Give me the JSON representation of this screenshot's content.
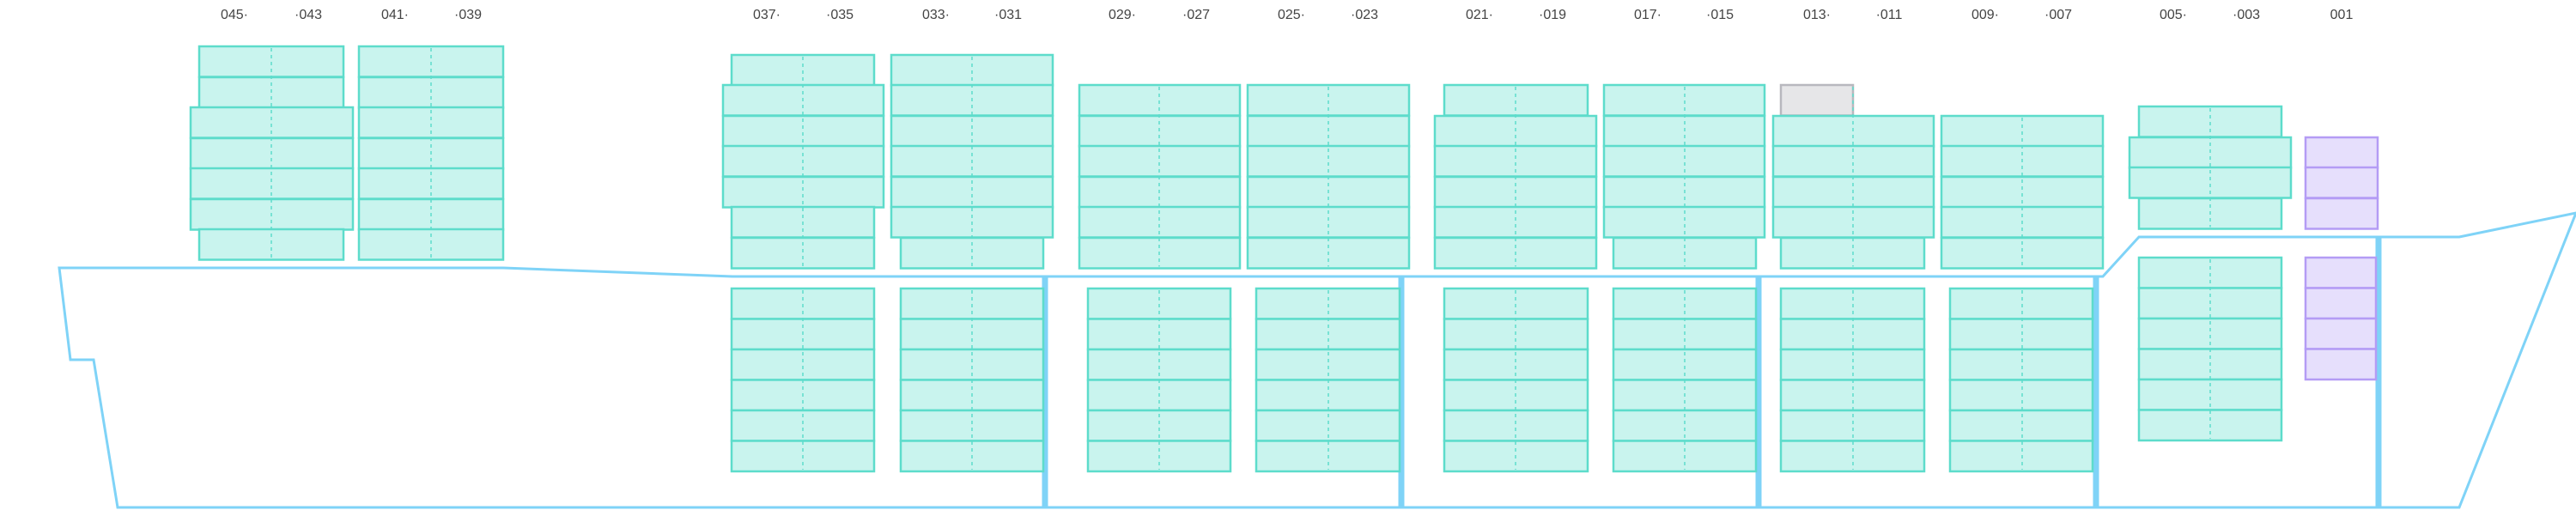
{
  "plan": {
    "colors": {
      "available_fill": "#c9f4ee",
      "available_stroke": "#5ddccb",
      "special_fill": "#e6dffc",
      "special_stroke": "#b49cf5",
      "blocked_fill": "#e6e6e8",
      "hull": "#7fd3f7"
    },
    "bays": [
      {
        "id": "045",
        "labels": [
          "045·",
          "·043"
        ],
        "deck": [
          "available",
          "available",
          "available",
          "available",
          "available",
          "available",
          "available"
        ],
        "hold": []
      },
      {
        "id": "041",
        "labels": [
          "041·",
          "·039"
        ],
        "deck": [
          "available",
          "available",
          "available",
          "available",
          "available",
          "available",
          "available"
        ],
        "hold": []
      },
      {
        "id": "037",
        "labels": [
          "037·",
          "·035"
        ],
        "deck": [
          "available",
          "available",
          "available",
          "available",
          "available",
          "available",
          "available"
        ],
        "hold": [
          "available",
          "available",
          "available",
          "available",
          "available",
          "available"
        ]
      },
      {
        "id": "033",
        "labels": [
          "033·",
          "·031"
        ],
        "deck": [
          "available",
          "available",
          "available",
          "available",
          "available",
          "available",
          "available"
        ],
        "hold": [
          "available",
          "available",
          "available",
          "available",
          "available",
          "available"
        ]
      },
      {
        "id": "029",
        "labels": [
          "029·",
          "·027"
        ],
        "deck": [
          "available",
          "available",
          "available",
          "available",
          "available",
          "available"
        ],
        "hold": [
          "available",
          "available",
          "available",
          "available",
          "available",
          "available"
        ]
      },
      {
        "id": "025",
        "labels": [
          "025·",
          "·023"
        ],
        "deck": [
          "available",
          "available",
          "available",
          "available",
          "available",
          "available"
        ],
        "hold": [
          "available",
          "available",
          "available",
          "available",
          "available",
          "available"
        ]
      },
      {
        "id": "021",
        "labels": [
          "021·",
          "·019"
        ],
        "deck": [
          "available",
          "available",
          "available",
          "available",
          "available",
          "available"
        ],
        "hold": [
          "available",
          "available",
          "available",
          "available",
          "available",
          "available"
        ]
      },
      {
        "id": "017",
        "labels": [
          "017·",
          "·015"
        ],
        "deck": [
          "available",
          "available",
          "available",
          "available",
          "available",
          "available"
        ],
        "hold": [
          "available",
          "available",
          "available",
          "available",
          "available",
          "available"
        ]
      },
      {
        "id": "013",
        "labels": [
          "013·",
          "·011"
        ],
        "deck": [
          "blocked",
          "available",
          "available",
          "available",
          "available",
          "available"
        ],
        "hold": [
          "available",
          "available",
          "available",
          "available",
          "available",
          "available"
        ]
      },
      {
        "id": "009",
        "labels": [
          "009·",
          "·007"
        ],
        "deck": [
          "available",
          "available",
          "available",
          "available",
          "available"
        ],
        "hold": [
          "available",
          "available",
          "available",
          "available",
          "available",
          "available"
        ]
      },
      {
        "id": "005",
        "labels": [
          "005·",
          "·003"
        ],
        "deck": [
          "available",
          "available",
          "available",
          "available"
        ],
        "hold": [
          "available",
          "available",
          "available",
          "available",
          "available",
          "available"
        ]
      },
      {
        "id": "001",
        "labels": [
          "001"
        ],
        "deck": [
          "special",
          "special",
          "special"
        ],
        "hold": [
          "special",
          "special",
          "special",
          "special"
        ]
      }
    ]
  }
}
